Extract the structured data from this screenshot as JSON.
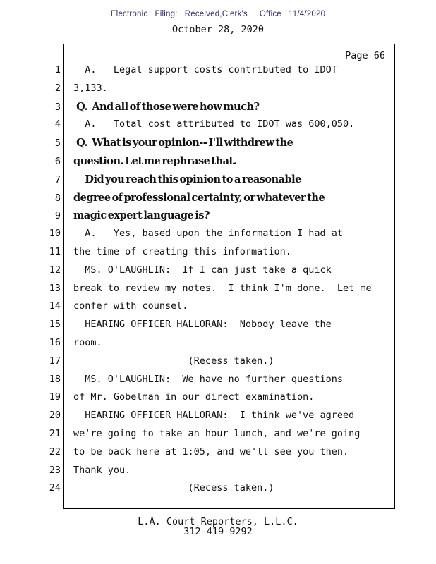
{
  "stamp": {
    "text": "Electronic   Filing:   Received,Clerk's     Office   11/4/2020",
    "color": "#333366"
  },
  "date": "October 28, 2020",
  "sheet": {
    "page_label": "Page 66",
    "lines": [
      {
        "n": "1",
        "t": "  A.   Legal support costs contributed to IDOT",
        "bold": false
      },
      {
        "n": "2",
        "t": "3,133.",
        "bold": false
      },
      {
        "n": "3",
        "t": "  Q.   And all of those were how much?",
        "bold": true
      },
      {
        "n": "4",
        "t": "  A.   Total cost attributed to IDOT was 600,050.",
        "bold": false
      },
      {
        "n": "5",
        "t": "  Q.   What is your opinion-- I'll withdrew the",
        "bold": true
      },
      {
        "n": "6",
        "t": "question. Let me rephrase that.",
        "bold": true
      },
      {
        "n": "7",
        "t": "        Did you reach this opinion to a reasonable",
        "bold": true
      },
      {
        "n": "8",
        "t": "degree of professional certainty, or whatever the",
        "bold": true
      },
      {
        "n": "9",
        "t": "magic expert language is?",
        "bold": true
      },
      {
        "n": "10",
        "t": "  A.   Yes, based upon the information I had at",
        "bold": false
      },
      {
        "n": "11",
        "t": "the time of creating this information.",
        "bold": false
      },
      {
        "n": "12",
        "t": "  MS. O'LAUGHLIN:  If I can just take a quick",
        "bold": false
      },
      {
        "n": "13",
        "t": "break to review my notes.  I think I'm done.  Let me",
        "bold": false
      },
      {
        "n": "14",
        "t": "confer with counsel.",
        "bold": false
      },
      {
        "n": "15",
        "t": "  HEARING OFFICER HALLORAN:  Nobody leave the",
        "bold": false
      },
      {
        "n": "16",
        "t": "room.",
        "bold": false
      },
      {
        "n": "17",
        "t": "                    (Recess taken.)",
        "bold": false
      },
      {
        "n": "18",
        "t": "  MS. O'LAUGHLIN:  We have no further questions",
        "bold": false
      },
      {
        "n": "19",
        "t": "of Mr. Gobelman in our direct examination.",
        "bold": false
      },
      {
        "n": "20",
        "t": "  HEARING OFFICER HALLORAN:  I think we've agreed",
        "bold": false
      },
      {
        "n": "21",
        "t": "we're going to take an hour lunch, and we're going",
        "bold": false
      },
      {
        "n": "22",
        "t": "to be back here at 1:05, and we'll see you then.",
        "bold": false
      },
      {
        "n": "23",
        "t": "Thank you.",
        "bold": false
      },
      {
        "n": "24",
        "t": "                    (Recess taken.)",
        "bold": false
      }
    ]
  },
  "footer": {
    "line1": "L.A. Court Reporters, L.L.C.",
    "line2": "312-419-9292"
  }
}
